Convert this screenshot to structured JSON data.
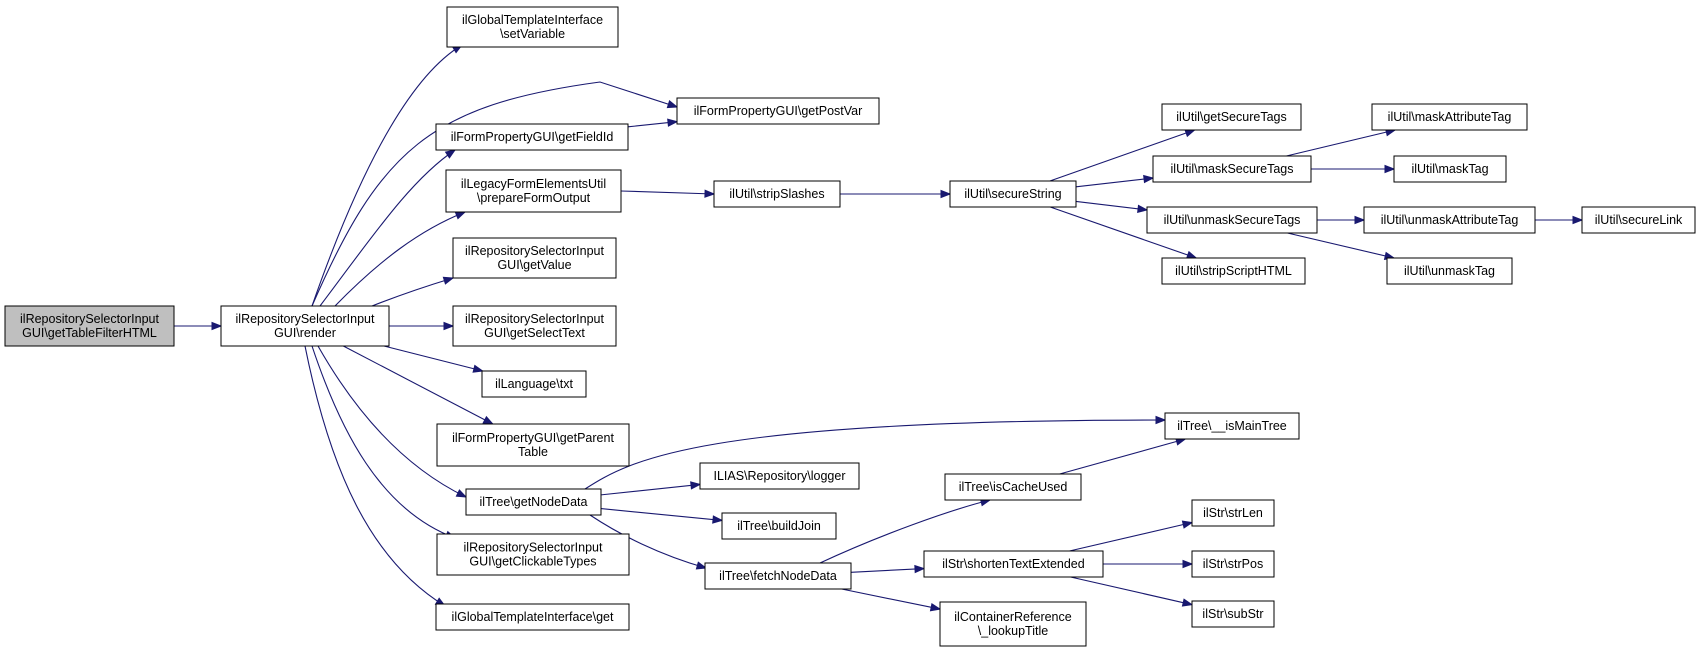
{
  "diagram": {
    "colors": {
      "edge": "#191970",
      "root_fill": "#bfbfbf",
      "node_fill": "#ffffff",
      "border": "#000000"
    },
    "nodes": [
      {
        "id": "n0",
        "lines": [
          "ilRepositorySelectorInput",
          "GUI\\getTableFilterHTML"
        ],
        "root": true
      },
      {
        "id": "n1",
        "lines": [
          "ilRepositorySelectorInput",
          "GUI\\render"
        ]
      },
      {
        "id": "n2",
        "lines": [
          "ilGlobalTemplateInterface",
          "\\setVariable"
        ]
      },
      {
        "id": "n3",
        "lines": [
          "ilFormPropertyGUI\\getPostVar"
        ]
      },
      {
        "id": "n4",
        "lines": [
          "ilFormPropertyGUI\\getFieldId"
        ]
      },
      {
        "id": "n5",
        "lines": [
          "ilLegacyFormElementsUtil",
          "\\prepareFormOutput"
        ]
      },
      {
        "id": "n6",
        "lines": [
          "ilRepositorySelectorInput",
          "GUI\\getValue"
        ]
      },
      {
        "id": "n7",
        "lines": [
          "ilRepositorySelectorInput",
          "GUI\\getSelectText"
        ]
      },
      {
        "id": "n8",
        "lines": [
          "ilLanguage\\txt"
        ]
      },
      {
        "id": "n9",
        "lines": [
          "ilFormPropertyGUI\\getParent",
          "Table"
        ]
      },
      {
        "id": "n10",
        "lines": [
          "ilTree\\getNodeData"
        ]
      },
      {
        "id": "n11",
        "lines": [
          "ilRepositorySelectorInput",
          "GUI\\getClickableTypes"
        ]
      },
      {
        "id": "n12",
        "lines": [
          "ilGlobalTemplateInterface\\get"
        ]
      },
      {
        "id": "n13",
        "lines": [
          "ilUtil\\stripSlashes"
        ]
      },
      {
        "id": "n14",
        "lines": [
          "ilUtil\\secureString"
        ]
      },
      {
        "id": "n15",
        "lines": [
          "ilUtil\\getSecureTags"
        ]
      },
      {
        "id": "n16",
        "lines": [
          "ilUtil\\maskSecureTags"
        ]
      },
      {
        "id": "n17",
        "lines": [
          "ilUtil\\unmaskSecureTags"
        ]
      },
      {
        "id": "n18",
        "lines": [
          "ilUtil\\stripScriptHTML"
        ]
      },
      {
        "id": "n19",
        "lines": [
          "ilUtil\\maskAttributeTag"
        ]
      },
      {
        "id": "n20",
        "lines": [
          "ilUtil\\maskTag"
        ]
      },
      {
        "id": "n21",
        "lines": [
          "ilUtil\\unmaskAttributeTag"
        ]
      },
      {
        "id": "n22",
        "lines": [
          "ilUtil\\unmaskTag"
        ]
      },
      {
        "id": "n23",
        "lines": [
          "ilUtil\\secureLink"
        ]
      },
      {
        "id": "n24",
        "lines": [
          "ilTree\\__isMainTree"
        ]
      },
      {
        "id": "n25",
        "lines": [
          "ILIAS\\Repository\\logger"
        ]
      },
      {
        "id": "n26",
        "lines": [
          "ilTree\\buildJoin"
        ]
      },
      {
        "id": "n27",
        "lines": [
          "ilTree\\fetchNodeData"
        ]
      },
      {
        "id": "n28",
        "lines": [
          "ilTree\\isCacheUsed"
        ]
      },
      {
        "id": "n29",
        "lines": [
          "ilStr\\shortenTextExtended"
        ]
      },
      {
        "id": "n30",
        "lines": [
          "ilContainerReference",
          "\\_lookupTitle"
        ]
      },
      {
        "id": "n31",
        "lines": [
          "ilStr\\strLen"
        ]
      },
      {
        "id": "n32",
        "lines": [
          "ilStr\\strPos"
        ]
      },
      {
        "id": "n33",
        "lines": [
          "ilStr\\subStr"
        ]
      }
    ],
    "edges": [
      [
        "n0",
        "n1"
      ],
      [
        "n1",
        "n2"
      ],
      [
        "n1",
        "n3"
      ],
      [
        "n1",
        "n4"
      ],
      [
        "n1",
        "n5"
      ],
      [
        "n1",
        "n6"
      ],
      [
        "n1",
        "n7"
      ],
      [
        "n1",
        "n8"
      ],
      [
        "n1",
        "n9"
      ],
      [
        "n1",
        "n10"
      ],
      [
        "n1",
        "n11"
      ],
      [
        "n1",
        "n12"
      ],
      [
        "n4",
        "n3"
      ],
      [
        "n5",
        "n13"
      ],
      [
        "n13",
        "n14"
      ],
      [
        "n14",
        "n15"
      ],
      [
        "n14",
        "n16"
      ],
      [
        "n14",
        "n17"
      ],
      [
        "n14",
        "n18"
      ],
      [
        "n16",
        "n19"
      ],
      [
        "n16",
        "n20"
      ],
      [
        "n17",
        "n21"
      ],
      [
        "n17",
        "n22"
      ],
      [
        "n21",
        "n23"
      ],
      [
        "n10",
        "n24"
      ],
      [
        "n10",
        "n25"
      ],
      [
        "n10",
        "n26"
      ],
      [
        "n10",
        "n27"
      ],
      [
        "n27",
        "n28"
      ],
      [
        "n27",
        "n29"
      ],
      [
        "n27",
        "n30"
      ],
      [
        "n28",
        "n24"
      ],
      [
        "n29",
        "n31"
      ],
      [
        "n29",
        "n32"
      ],
      [
        "n29",
        "n33"
      ]
    ]
  }
}
